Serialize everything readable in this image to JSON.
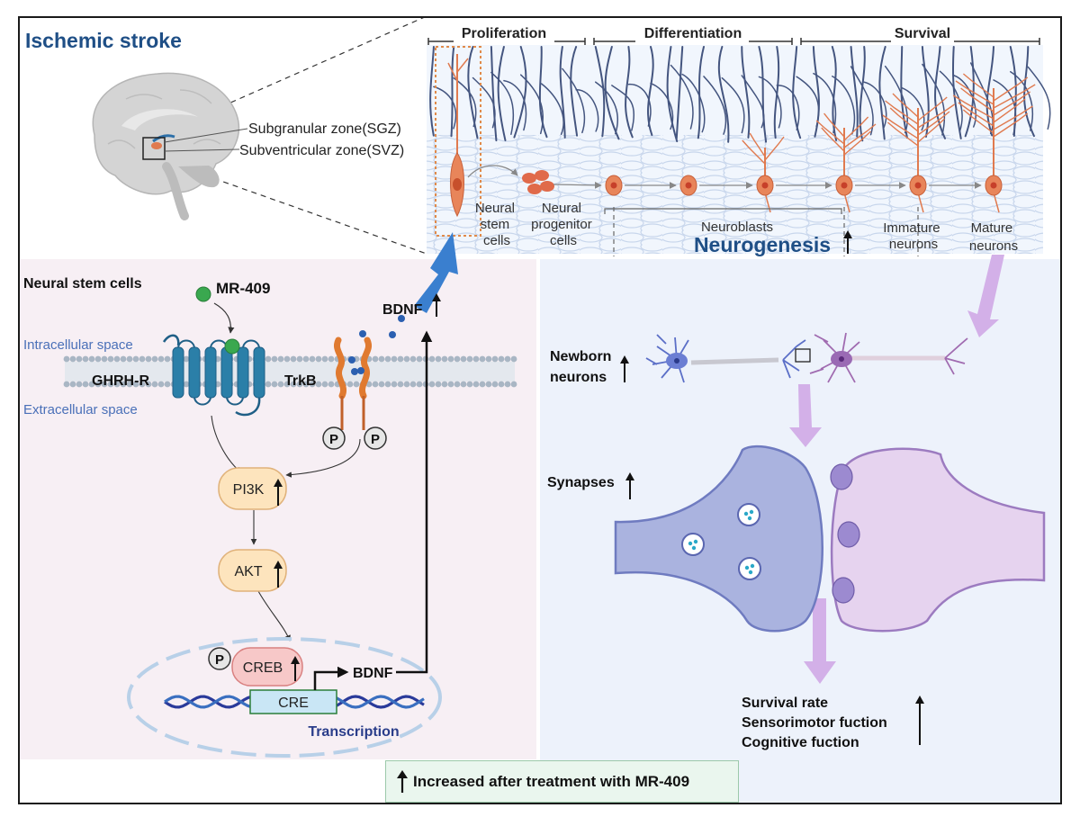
{
  "title": "Ischemic stroke",
  "brain": {
    "sgz": "Subgranular zone(SGZ)",
    "svz": "Subventricular zone(SVZ)"
  },
  "stages": [
    "Proliferation",
    "Differentiation",
    "Survival"
  ],
  "cells": {
    "nsc": [
      "Neural",
      "stem",
      "cells"
    ],
    "npc": [
      "Neural",
      "progenitor",
      "cells"
    ],
    "neuroblasts": "Neuroblasts",
    "immature": [
      "Immature",
      "neurons"
    ],
    "mature": [
      "Mature",
      "neurons"
    ],
    "neurogenesis": "Neurogenesis"
  },
  "pathway": {
    "section": "Neural stem cells",
    "drug": "MR-409",
    "intracellular": "Intracellular space",
    "extracellular": "Extracellular space",
    "receptor1": "GHRH-R",
    "receptor2": "TrkB",
    "bdnf_top": "BDNF",
    "p": "P",
    "pi3k": "PI3K",
    "akt": "AKT",
    "creb": "CREB",
    "cre": "CRE",
    "bdnf_gene": "BDNF",
    "transcription": "Transcription"
  },
  "outcomes": {
    "newborn": [
      "Newborn",
      "neurons"
    ],
    "synapses": "Synapses",
    "survival": "Survival rate",
    "sensorimotor": "Sensorimotor fuction",
    "cognitive": "Cognitive fuction"
  },
  "legend": "Increased after treatment with MR-409",
  "colors": {
    "title": "#1f4f86",
    "neuron": "#e07a4f",
    "receptor": "#2b7fa8",
    "trkb": "#e07a30",
    "pre_synapse": "#aab3df",
    "post_synapse": "#e6d3ef",
    "arrow_purple": "#d3b0e8",
    "arrow_blue": "#3a7fcf"
  }
}
